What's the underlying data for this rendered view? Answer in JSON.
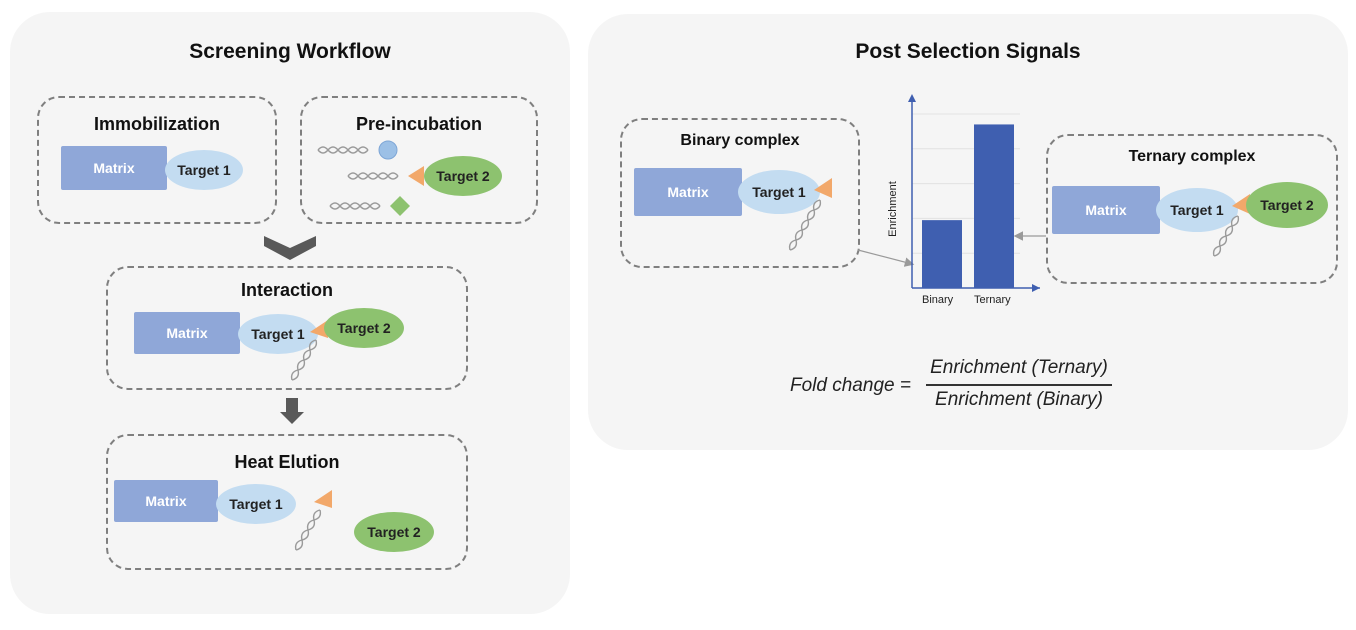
{
  "left_panel": {
    "title": "Screening Workflow",
    "immobilization": {
      "title": "Immobilization",
      "matrix": "Matrix",
      "target1": "Target 1"
    },
    "preincubation": {
      "title": "Pre-incubation",
      "target2": "Target 2"
    },
    "interaction": {
      "title": "Interaction",
      "matrix": "Matrix",
      "target1": "Target 1",
      "target2": "Target 2"
    },
    "heat_elution": {
      "title": "Heat Elution",
      "matrix": "Matrix",
      "target1": "Target 1",
      "target2": "Target 2"
    }
  },
  "right_panel": {
    "title": "Post Selection Signals",
    "binary": {
      "title": "Binary complex",
      "matrix": "Matrix",
      "target1": "Target 1"
    },
    "ternary": {
      "title": "Ternary complex",
      "matrix": "Matrix",
      "target1": "Target 1",
      "target2": "Target 2"
    },
    "formula": {
      "lhs": "Fold change =",
      "numerator": "Enrichment (Ternary)",
      "denominator": "Enrichment (Binary)"
    }
  },
  "chart_data": {
    "type": "bar",
    "categories": [
      "Binary",
      "Ternary"
    ],
    "values": [
      0.39,
      0.94
    ],
    "ylabel": "Enrichment",
    "ylim": [
      0,
      1
    ],
    "grid": true,
    "bar_color": "#3f5fb0"
  },
  "colors": {
    "matrix": "#8fa7d8",
    "target1": "#c3dcf1",
    "target2": "#8dc26f",
    "linker": "#f2a86a",
    "bar": "#3f5fb0",
    "panel": "#f5f5f5"
  }
}
